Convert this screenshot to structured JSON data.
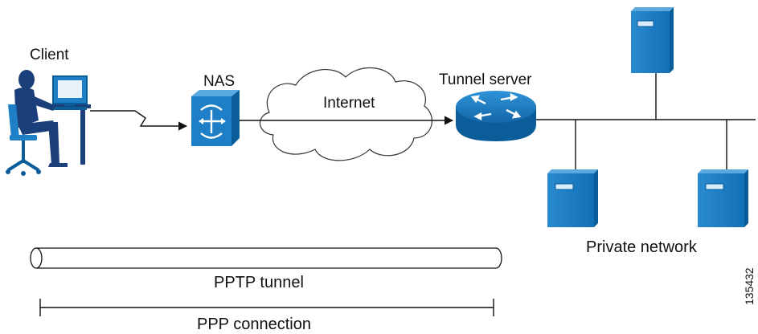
{
  "labels": {
    "client": "Client",
    "nas": "NAS",
    "tunnel_server": "Tunnel server",
    "internet": "Internet",
    "private_network": "Private network",
    "pptp_tunnel": "PPTP tunnel",
    "ppp_connection": "PPP connection",
    "figure_id": "135432"
  },
  "colors": {
    "device_blue": "#1f7fc6",
    "device_dark": "#0b5d99",
    "person_navy": "#1a3f7a",
    "line": "#111111"
  },
  "icons": [
    "client-workstation-icon",
    "nas-icon",
    "internet-cloud-icon",
    "router-icon",
    "server-icon"
  ]
}
